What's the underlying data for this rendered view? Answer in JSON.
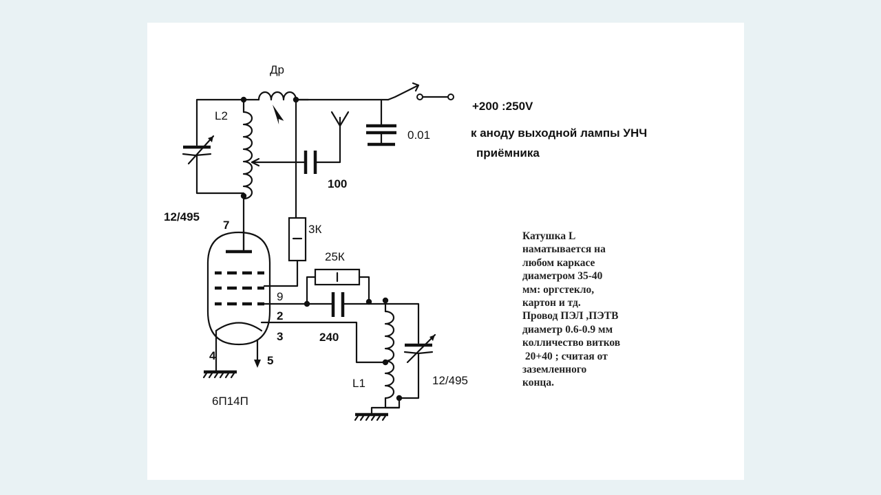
{
  "labels": {
    "choke": "Др",
    "coil_l2": "L2",
    "supply_voltage": "+200 :250V",
    "anode_note_line1": "к аноду выходной лампы  УНЧ",
    "anode_note_line2": "приёмника",
    "cap_001": "0.01",
    "cap_100": "100",
    "resistor_3k": "3К",
    "resistor_25k": "25К",
    "var_cap_top": "12/495",
    "var_cap_bottom": "12/495",
    "pin_7": "7",
    "pin_9": "9",
    "pin_2": "2",
    "pin_3": "3",
    "pin_4": "4",
    "pin_5": "5",
    "cap_240": "240",
    "coil_l1": "L1",
    "tube_type": "6П14П"
  },
  "note": {
    "lines": [
      "Катушка L",
      "наматывается на",
      "любом каркасе",
      "диаметром 35-40",
      "мм: оргстекло,",
      "картон и тд.",
      "Провод ПЭЛ ,ПЭТВ",
      "диаметр 0.6-0.9 мм",
      "колличество витков",
      " 20+40 ; считая от",
      "заземленного",
      "конца."
    ]
  }
}
